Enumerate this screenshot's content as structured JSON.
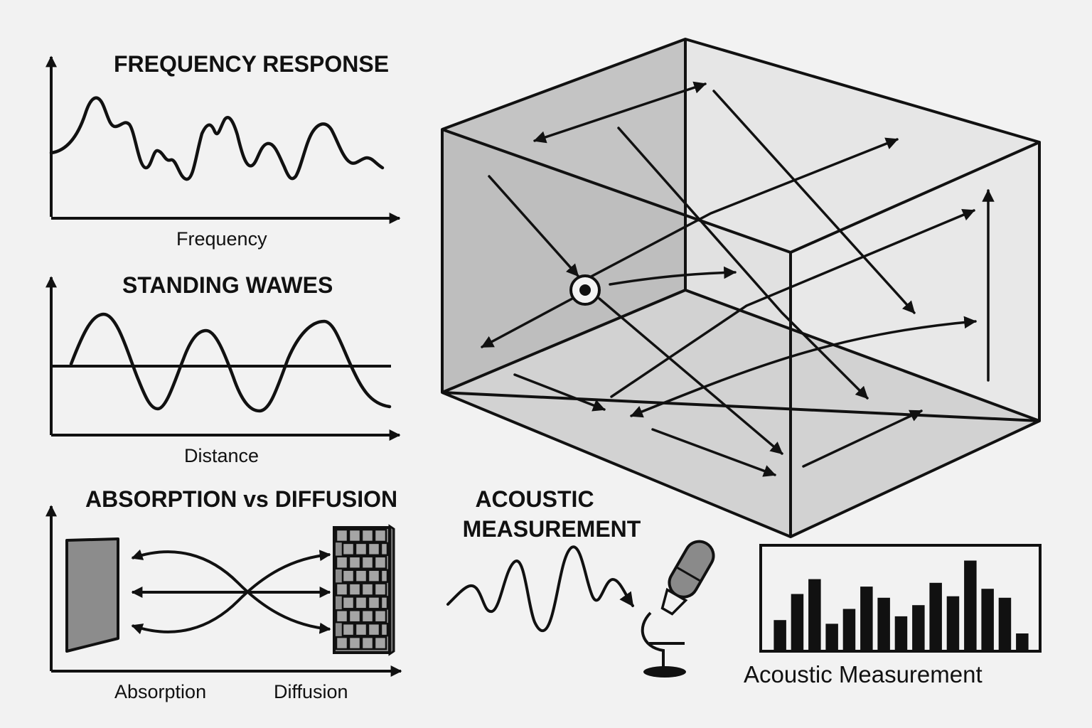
{
  "panels": {
    "frequency_response": {
      "title": "FREQUENCY RESPONSE",
      "xlabel": "Frequency"
    },
    "standing_waves": {
      "title": "STANDING WAWES",
      "xlabel": "Distance"
    },
    "absorption_diffusion": {
      "title": "ABSORPTION vs DIFFUSION",
      "left_label": "Absorption",
      "right_label": "Diffusion"
    },
    "acoustic_measurement": {
      "title_line1": "ACOUSTIC",
      "title_line2": "MEASUREMENT",
      "chart_label": "Acoustic Measurement"
    }
  },
  "icons": [
    "room-box-icon",
    "sound-source-icon",
    "microphone-icon",
    "absorber-panel-icon",
    "diffuser-panel-icon"
  ],
  "colors": {
    "ink": "#111111",
    "background": "#f2f2f2",
    "panel_gray": "#8c8c8c",
    "room_wall": "#cfcfcf"
  },
  "chart_data": {
    "type": "bar",
    "values": [
      4,
      7.5,
      9.5,
      3.5,
      5.5,
      8.5,
      7,
      4.5,
      6,
      9,
      7.2,
      12,
      8.2,
      7,
      2.2
    ],
    "ylim": [
      0,
      13
    ],
    "grid": false
  }
}
